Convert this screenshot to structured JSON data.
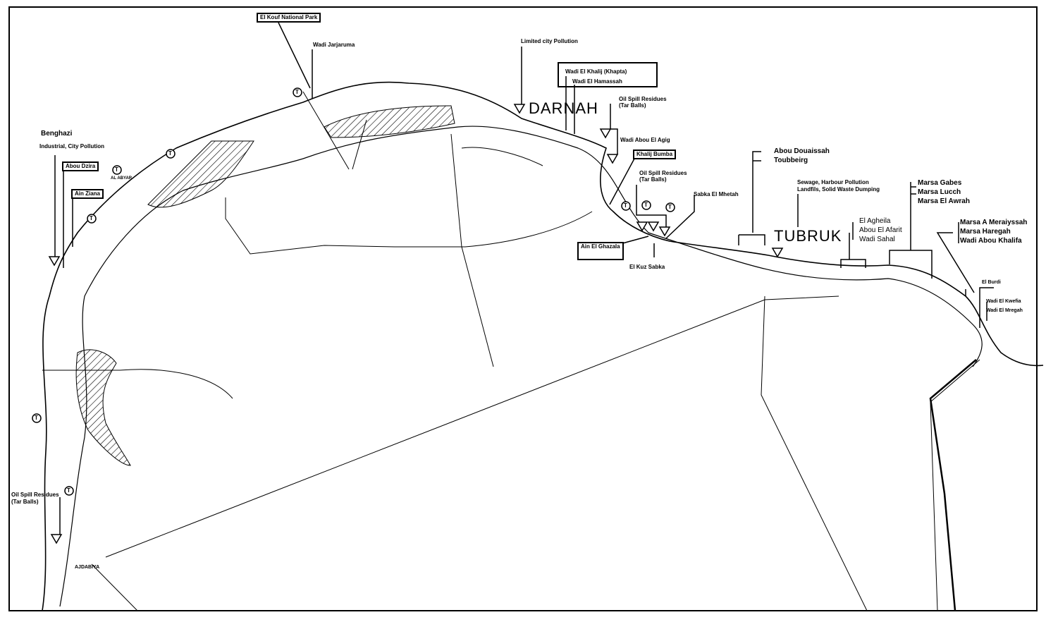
{
  "map": {
    "cities": {
      "darnah": "DARNAH",
      "tubruk": "TUBRUK",
      "benghazi": "Benghazi",
      "ajdabiya": "AJDABIYA"
    },
    "labels": {
      "el_kouf": "El Kouf National Park",
      "wadi_jarjaruma": "Wadi Jarjaruma",
      "limited_city": "Limited city Pollution",
      "wadi_khalij": "Wadi El Khalij (Khapta)",
      "wadi_hamassah": "Wadi El Hamassah",
      "oil_spill_1": "Oil Spill Residues",
      "tar_balls_1": "(Tar Balls)",
      "wadi_abou_agig": "Wadi Abou El Agig",
      "khalij_bumba": "Khalij Bumba",
      "oil_spill_2": "Oil Spill Residues",
      "tar_balls_2": "(Tar Balls)",
      "sabka_mhetah": "Sabka El Mhetah",
      "ain_ghazala": "Ain El Ghazala",
      "el_kuz_sabka": "El Kuz Sabka",
      "benghazi_pollution": "Industrial, City Pollution",
      "abou_dzira": "Abou Dzira",
      "ain_ziana": "Ain Ziana",
      "al_abyar": "AL ABYAR",
      "oil_spill_3": "Oil Spill Residues",
      "tar_balls_3": "(Tar Balls)",
      "abou_douaissah": "Abou Douaissah",
      "toubbeirg": "Toubbeirg",
      "sewage": "Sewage, Harbour Pollution",
      "landfills": "Landfils, Solid Waste Dumping",
      "el_agheila": "El Agheila",
      "abou_afarit": "Abou El Afarit",
      "wadi_sahal": "Wadi Sahal",
      "marsa_gabes": "Marsa Gabes",
      "marsa_lucch": "Marsa Lucch",
      "marsa_awrah": "Marsa El Awrah",
      "marsa_meraiyssah": "Marsa A Meraiyssah",
      "marsa_haregah": "Marsa Haregah",
      "wadi_abou_khalifa": "Wadi Abou Khalifa",
      "el_burdi": "El Burdi",
      "wadi_kwefia": "Wadi El Kwefia",
      "wadi_mregah": "Wadi El Mregah"
    },
    "symbols": {
      "tourism": "T"
    }
  }
}
